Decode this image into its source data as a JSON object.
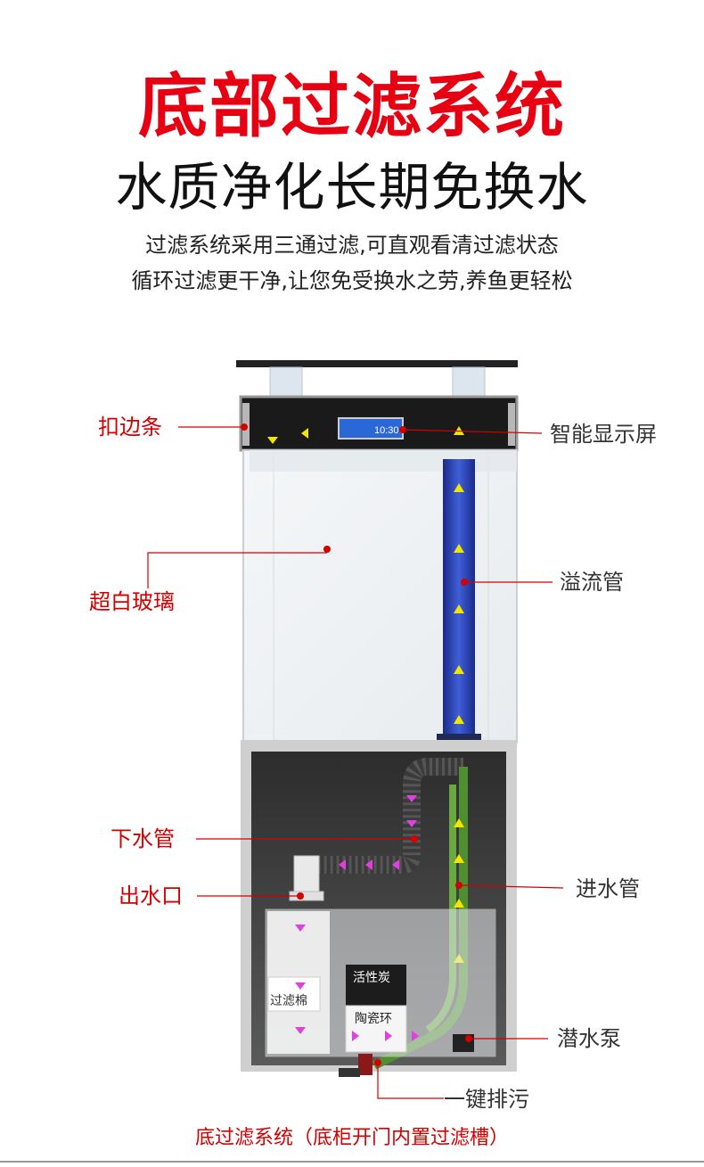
{
  "header": {
    "title": "底部过滤系统",
    "subtitle": "水质净化长期免换水",
    "desc_line1": "过滤系统采用三通过滤,可直观看清过滤状态",
    "desc_line2": "循环过滤更干净,让您免受换水之劳,养鱼更轻松"
  },
  "labels": {
    "edge_strip": "扣边条",
    "smart_display": "智能显示屏",
    "ultra_clear_glass": "超白玻璃",
    "overflow_pipe": "溢流管",
    "drain_pipe": "下水管",
    "outlet": "出水口",
    "inlet_pipe": "进水管",
    "submersible_pump": "潜水泵",
    "one_key_drain": "一键排污"
  },
  "media": {
    "filter_cotton": "过滤棉",
    "activated_carbon": "活性炭",
    "ceramic_rings": "陶瓷环"
  },
  "display": {
    "screen_text": "10:30"
  },
  "caption": "底过滤系统（底柜开门内置过滤槽）",
  "colors": {
    "title_red": "#e60012",
    "label_red": "#d40000",
    "flow_arrow_yellow": "#f2e600",
    "flow_arrow_magenta": "#e040e0",
    "overflow_blue": "#2a3fb0",
    "inlet_green": "#4f8f2f"
  }
}
